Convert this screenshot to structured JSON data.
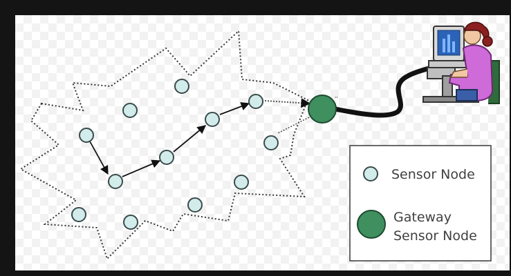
{
  "diagram": {
    "legend": {
      "sensor_label": "Sensor Node",
      "gateway_label_line1": "Gateway",
      "gateway_label_line2": "Sensor Node"
    },
    "colors": {
      "sensor_fill": "#d2ecec",
      "sensor_stroke": "#3a4a4a",
      "gateway_fill": "#3f8f5f",
      "gateway_stroke": "#1f4a30",
      "cable": "#111111",
      "boundary": "#333333",
      "arrow": "#111111"
    },
    "icons": {
      "computer_user": "computer-user-icon"
    }
  }
}
